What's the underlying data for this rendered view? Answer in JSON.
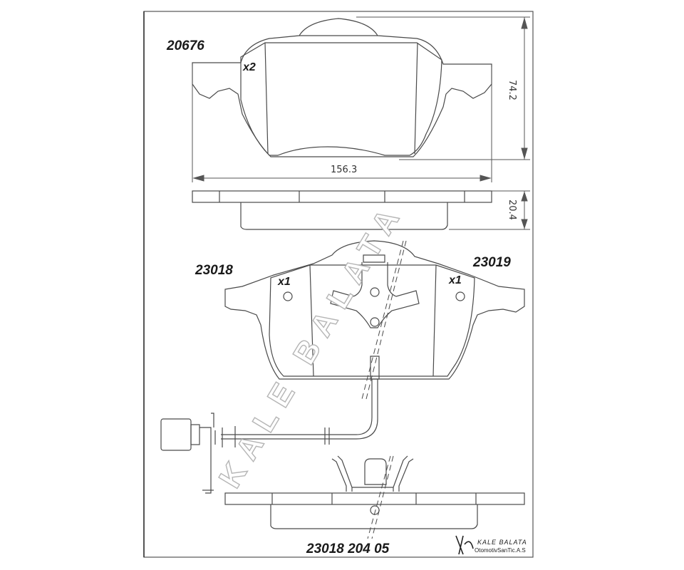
{
  "pads": {
    "top_pad_code": "20676",
    "top_pad_qty": "x2",
    "left_pad_code": "23018",
    "left_pad_qty": "x1",
    "right_pad_code": "23019",
    "right_pad_qty": "x1"
  },
  "dimensions": {
    "width": "156.3",
    "height": "74.2",
    "thickness": "20.4"
  },
  "footer": {
    "set_code": "23018 204 05"
  },
  "brand": {
    "watermark": "KALE BALATA",
    "name": "KALE BALATA",
    "company": "OtomotivSanTic.A.S"
  },
  "colors": {
    "line": "#4a4a4a",
    "watermark_outline": "#b5b5b5"
  }
}
